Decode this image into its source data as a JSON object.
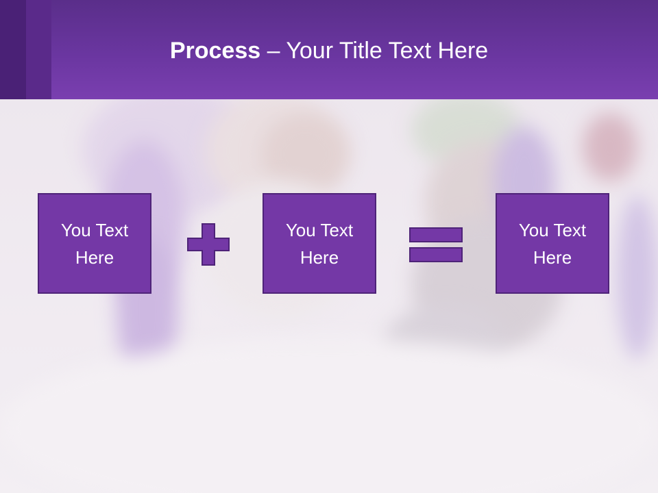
{
  "slide": {
    "title_bold": "Process",
    "title_rest": " – Your Title Text Here"
  },
  "process": {
    "boxes": [
      {
        "text": "You Text Here"
      },
      {
        "text": "You Text Here"
      },
      {
        "text": "You Text Here"
      }
    ],
    "operators": [
      "plus-icon",
      "equals-icon"
    ]
  },
  "colors": {
    "header": "#6a36a0",
    "box_fill": "#7438a6",
    "box_border": "#4e2378",
    "text": "#ffffff"
  }
}
